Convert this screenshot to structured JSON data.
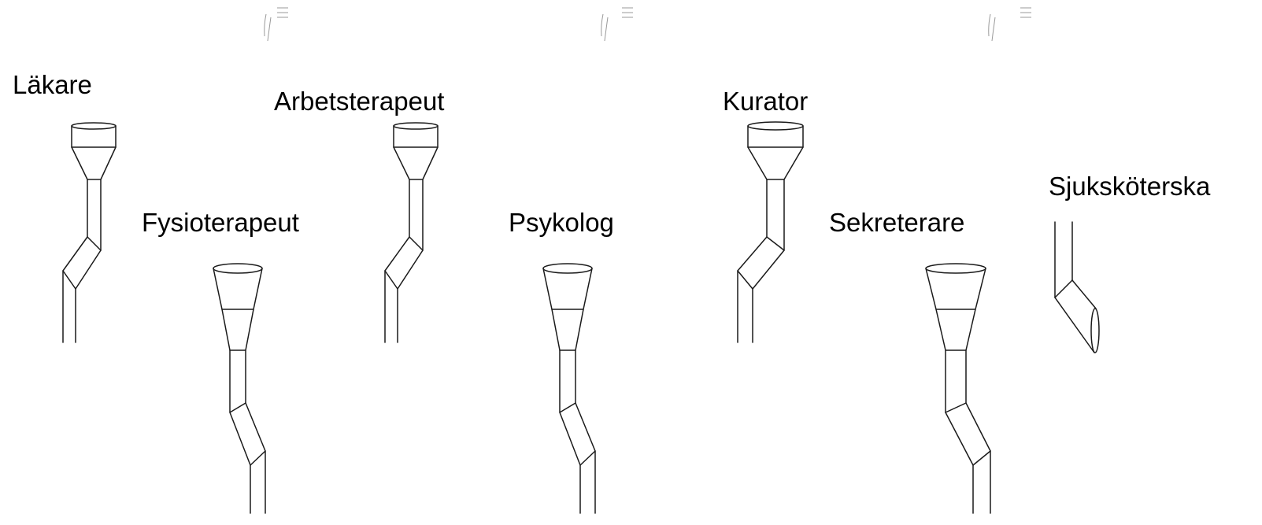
{
  "labels": {
    "lakare": "Läkare",
    "arbetsterapeut": "Arbetsterapeut",
    "kurator": "Kurator",
    "sjukskoterska": "Sjuksköterska",
    "fysioterapeut": "Fysioterapeut",
    "psykolog": "Psykolog",
    "sekreterare": "Sekreterare"
  },
  "colors": {
    "line": "#1a1a1a",
    "background": "#ffffff",
    "faint_mark": "#9a9a9a"
  }
}
